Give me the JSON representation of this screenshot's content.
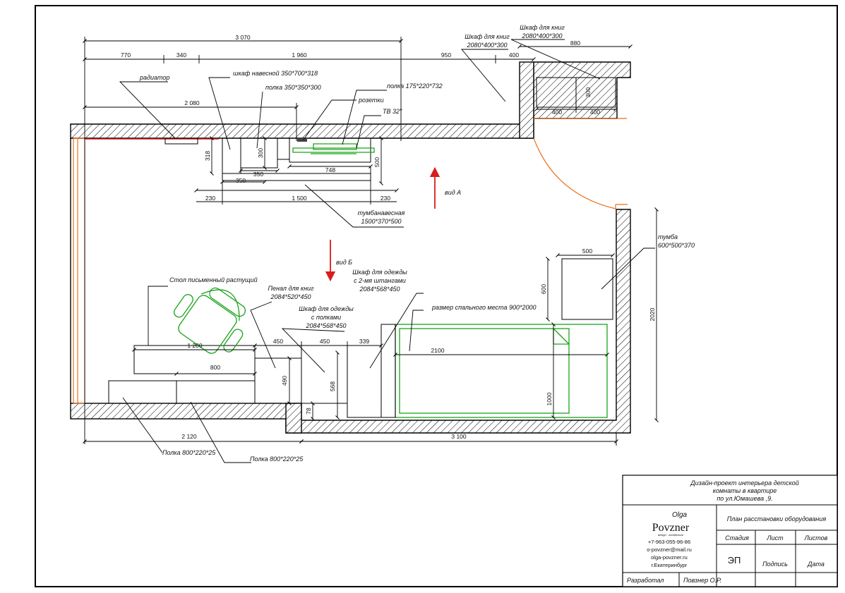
{
  "plan": {
    "dimensions": {
      "top_total": "3 070",
      "top_770": "770",
      "top_340": "340",
      "top_1960": "1 960",
      "top_950": "950",
      "top_400": "400",
      "top_880": "880",
      "d2080": "2 080",
      "d318": "318",
      "d300": "300",
      "d350a": "350",
      "d350b": "350",
      "d748": "748",
      "d500": "500",
      "d230a": "230",
      "d1500": "1 500",
      "d230b": "230",
      "cab400a": "400",
      "cab400b": "400",
      "cab300": "300",
      "tumba500": "500",
      "tumba600": "600",
      "d2020": "2020",
      "d1200": "1 200",
      "d800": "800",
      "d450a": "450",
      "d450b": "450",
      "d339": "339",
      "d490": "490",
      "d568": "568",
      "d78": "78",
      "d2100": "2100",
      "d1000": "1000",
      "d2120": "2 120",
      "d3100": "3 100"
    },
    "labels": {
      "radiator": "радиатор",
      "wall_cabinet": "шкаф навесной 350*700*318",
      "shelf_350": "полка 350*350*300",
      "shelf_175": "полка 175*220*732",
      "sockets": "розетки",
      "tv": "ТВ 32\"",
      "tv_stand_1": "тумбанавесная",
      "tv_stand_2": "1500*370*500",
      "bookcase1_1": "Шкаф для книг",
      "bookcase1_2": "2080*400*300",
      "bookcase2_1": "Шкаф для книг",
      "bookcase2_2": "2080*400*300",
      "view_a": "вид А",
      "view_b": "вид Б",
      "tumba_1": "тумба",
      "tumba_2": "600*500*370",
      "desk": "Стол письменный растущий",
      "pencil_1": "Пенал для книг",
      "pencil_2": "2084*520*450",
      "wardrobe_rods_1": "Шкаф для одежды",
      "wardrobe_rods_2": "с 2-мя штангами",
      "wardrobe_rods_3": "2084*568*450",
      "wardrobe_shelves_1": "Шкаф для одежды",
      "wardrobe_shelves_2": "с полками",
      "wardrobe_shelves_3": "2084*568*450",
      "sleep_size": "размер спального места 900*2000",
      "shelf_800a": "Полка 800*220*25",
      "shelf_800b": "Полка 800*220*25"
    }
  },
  "title_block": {
    "project_line1": "Дизайн-проект интерьера детской",
    "project_line2": "комнаты  в квартире",
    "project_line3": "по ул.Юмашева ,9.",
    "sheet_title": "План расстановки оборудования",
    "logo_script": "Olga",
    "logo_name": "Povzner",
    "logo_tagline": "design · architecture",
    "phone": "+7-963-055-96-86",
    "email": "o-povzner@mail.ru",
    "site": "olga-povzner.ru",
    "city": "г.Екатеринбург",
    "stage_label": "Стадия",
    "sheet_label": "Лист",
    "sheets_label": "Листов",
    "stage_value": "ЭП",
    "signature_label": "Подпись",
    "date_label": "Дата",
    "developer_label": "Разработал",
    "developer_name": "Повзнер О.Р."
  }
}
